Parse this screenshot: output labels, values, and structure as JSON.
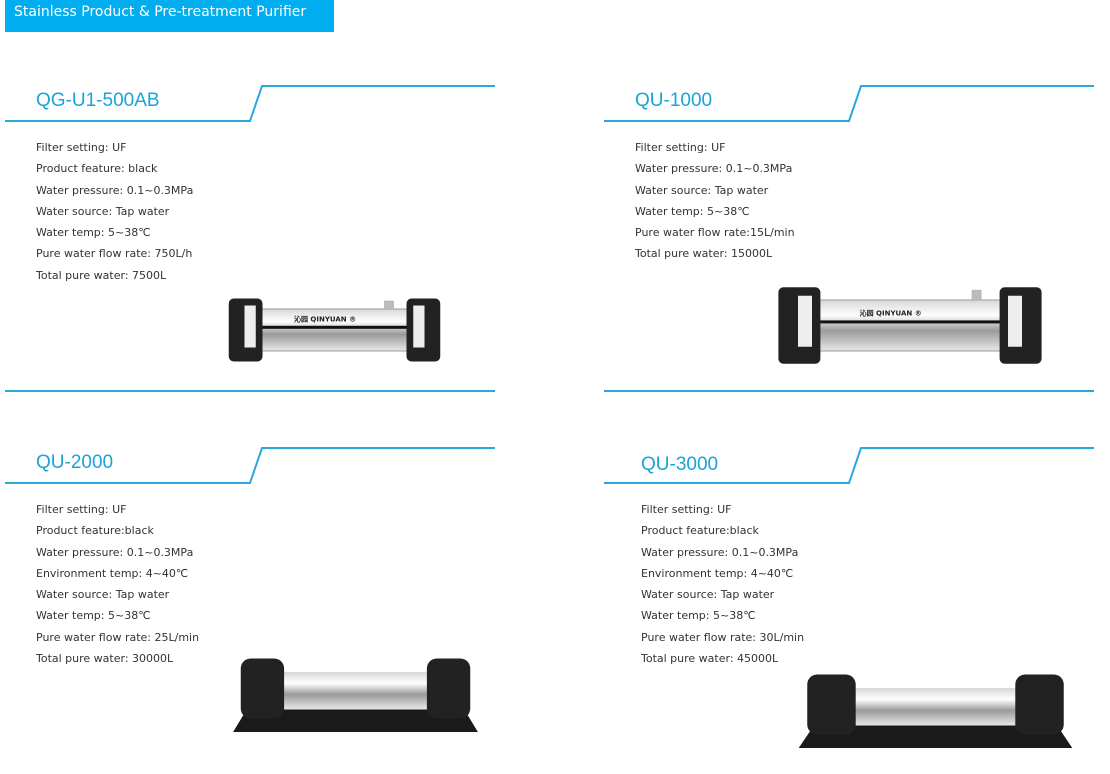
{
  "banner": {
    "title": "Stainless Product & Pre-treatment Purifier"
  },
  "products": [
    {
      "model": "QG-U1-500AB",
      "specs": [
        "Filter setting: UF",
        "Product feature: black",
        "Water pressure: 0.1~0.3MPa",
        "Water source: Tap water",
        "Water temp: 5~38℃",
        "Pure water flow rate: 750L/h",
        "Total pure water: 7500L"
      ],
      "logo": "沁园 QINYUAN ®"
    },
    {
      "model": "QU-1000",
      "specs": [
        "Filter setting: UF",
        "Water pressure: 0.1~0.3MPa",
        "Water source: Tap water",
        "Water temp: 5~38℃",
        "Pure water flow rate:15L/min",
        "Total pure water: 15000L"
      ],
      "logo": "沁园 QINYUAN ®"
    },
    {
      "model": "QU-2000",
      "specs": [
        "Filter setting: UF",
        "Product feature:black",
        "Water pressure: 0.1~0.3MPa",
        "Environment temp: 4~40℃",
        "Water source: Tap water",
        "Water temp: 5~38℃",
        "Pure water flow rate: 25L/min",
        "Total pure water: 30000L"
      ]
    },
    {
      "model": "QU-3000",
      "specs": [
        "Filter setting: UF",
        "Product feature:black",
        "Water pressure: 0.1~0.3MPa",
        "Environment temp: 4~40℃",
        "Water source: Tap water",
        "Water temp: 5~38℃",
        "Pure water flow rate: 30L/min",
        "Total pure water: 45000L"
      ]
    }
  ],
  "colors": {
    "accent": "#00aeef",
    "line": "#29a7e1"
  }
}
